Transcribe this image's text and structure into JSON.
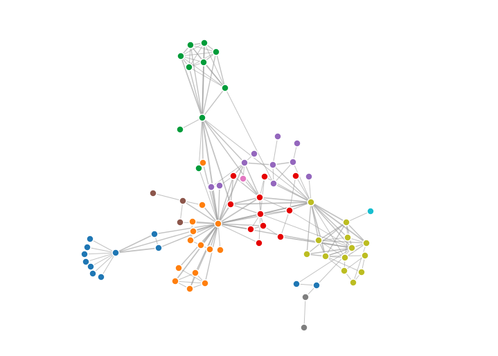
{
  "diagram": {
    "type": "force-directed-network",
    "palette": {
      "1": "#009c3a",
      "2": "#ff7f0e",
      "3": "#8c564b",
      "4": "#1f77b4",
      "5": "#9467bd",
      "6": "#e377c2",
      "7": "#e60000",
      "8": "#bcbd22",
      "9": "#17becf",
      "10": "#7f7f7f"
    },
    "link_color": "#999999",
    "nodes": [
      {
        "group": 1
      },
      {
        "group": 1
      },
      {
        "group": 1
      },
      {
        "group": 1
      },
      {
        "group": 1
      },
      {
        "group": 1
      },
      {
        "group": 1
      },
      {
        "group": 1
      },
      {
        "group": 1
      },
      {
        "group": 1
      },
      {
        "group": 2
      },
      {
        "group": 2
      },
      {
        "group": 2
      },
      {
        "group": 2
      },
      {
        "group": 2
      },
      {
        "group": 2
      },
      {
        "group": 2
      },
      {
        "group": 2
      },
      {
        "group": 2
      },
      {
        "group": 2
      },
      {
        "group": 2
      },
      {
        "group": 2
      },
      {
        "group": 2
      },
      {
        "group": 2
      },
      {
        "group": 3
      },
      {
        "group": 3
      },
      {
        "group": 3
      },
      {
        "group": 4
      },
      {
        "group": 4
      },
      {
        "group": 4
      },
      {
        "group": 4
      },
      {
        "group": 4
      },
      {
        "group": 4
      },
      {
        "group": 4
      },
      {
        "group": 4
      },
      {
        "group": 4
      },
      {
        "group": 4
      },
      {
        "group": 4
      },
      {
        "group": 4
      },
      {
        "group": 5
      },
      {
        "group": 5
      },
      {
        "group": 5
      },
      {
        "group": 5
      },
      {
        "group": 5
      },
      {
        "group": 5
      },
      {
        "group": 5
      },
      {
        "group": 5
      },
      {
        "group": 5
      },
      {
        "group": 5
      },
      {
        "group": 6
      },
      {
        "group": 7
      },
      {
        "group": 7
      },
      {
        "group": 7
      },
      {
        "group": 7
      },
      {
        "group": 7
      },
      {
        "group": 7
      },
      {
        "group": 7
      },
      {
        "group": 7
      },
      {
        "group": 7
      },
      {
        "group": 7
      },
      {
        "group": 7
      },
      {
        "group": 8
      },
      {
        "group": 8
      },
      {
        "group": 8
      },
      {
        "group": 8
      },
      {
        "group": 8
      },
      {
        "group": 8
      },
      {
        "group": 8
      },
      {
        "group": 8
      },
      {
        "group": 8
      },
      {
        "group": 8
      },
      {
        "group": 8
      },
      {
        "group": 8
      },
      {
        "group": 8
      },
      {
        "group": 9
      },
      {
        "group": 10
      },
      {
        "group": 10
      }
    ],
    "links": [
      [
        0,
        1,
        2
      ],
      [
        0,
        2,
        1
      ],
      [
        0,
        3,
        2
      ],
      [
        0,
        4,
        1
      ],
      [
        0,
        5,
        1
      ],
      [
        0,
        6,
        1
      ],
      [
        1,
        2,
        2
      ],
      [
        1,
        3,
        1
      ],
      [
        1,
        4,
        2
      ],
      [
        1,
        5,
        1
      ],
      [
        1,
        6,
        1
      ],
      [
        2,
        3,
        1
      ],
      [
        2,
        4,
        2
      ],
      [
        2,
        5,
        1
      ],
      [
        2,
        6,
        2
      ],
      [
        3,
        4,
        1
      ],
      [
        3,
        5,
        2
      ],
      [
        3,
        6,
        1
      ],
      [
        4,
        5,
        1
      ],
      [
        4,
        6,
        2
      ],
      [
        5,
        6,
        1
      ],
      [
        7,
        0,
        2
      ],
      [
        7,
        1,
        3
      ],
      [
        7,
        2,
        2
      ],
      [
        7,
        3,
        3
      ],
      [
        7,
        4,
        3
      ],
      [
        7,
        5,
        2
      ],
      [
        7,
        6,
        2
      ],
      [
        7,
        8,
        1
      ],
      [
        7,
        9,
        1
      ],
      [
        7,
        12,
        4
      ],
      [
        7,
        10,
        2
      ],
      [
        7,
        53,
        2
      ],
      [
        7,
        54,
        3
      ],
      [
        7,
        42,
        2
      ],
      [
        7,
        61,
        1
      ],
      [
        6,
        46,
        1
      ],
      [
        9,
        12,
        1
      ],
      [
        10,
        12,
        2
      ],
      [
        11,
        12,
        3
      ],
      [
        13,
        12,
        2
      ],
      [
        14,
        12,
        3
      ],
      [
        15,
        12,
        2
      ],
      [
        16,
        12,
        3
      ],
      [
        17,
        12,
        2
      ],
      [
        18,
        12,
        1
      ],
      [
        19,
        12,
        2
      ],
      [
        20,
        12,
        2
      ],
      [
        21,
        12,
        3
      ],
      [
        22,
        12,
        2
      ],
      [
        23,
        12,
        2
      ],
      [
        20,
        22,
        1
      ],
      [
        20,
        21,
        1
      ],
      [
        21,
        22,
        1
      ],
      [
        21,
        23,
        1
      ],
      [
        22,
        23,
        1
      ],
      [
        20,
        23,
        1
      ],
      [
        19,
        22,
        1
      ],
      [
        14,
        15,
        1
      ],
      [
        15,
        16,
        1
      ],
      [
        16,
        17,
        1
      ],
      [
        13,
        15,
        1
      ],
      [
        24,
        25,
        1
      ],
      [
        25,
        11,
        1
      ],
      [
        25,
        12,
        2
      ],
      [
        26,
        25,
        1
      ],
      [
        26,
        12,
        1
      ],
      [
        34,
        27,
        1
      ],
      [
        34,
        28,
        1
      ],
      [
        34,
        29,
        1
      ],
      [
        34,
        30,
        1
      ],
      [
        34,
        31,
        1
      ],
      [
        34,
        32,
        1
      ],
      [
        34,
        33,
        1
      ],
      [
        34,
        35,
        3
      ],
      [
        34,
        36,
        3
      ],
      [
        34,
        12,
        2
      ],
      [
        35,
        12,
        2
      ],
      [
        36,
        12,
        2
      ],
      [
        35,
        36,
        1
      ],
      [
        37,
        38,
        1
      ],
      [
        37,
        66,
        1
      ],
      [
        39,
        42,
        1
      ],
      [
        40,
        43,
        1
      ],
      [
        41,
        44,
        1
      ],
      [
        42,
        43,
        2
      ],
      [
        42,
        49,
        1
      ],
      [
        42,
        50,
        2
      ],
      [
        42,
        53,
        2
      ],
      [
        42,
        12,
        3
      ],
      [
        43,
        44,
        2
      ],
      [
        43,
        46,
        1
      ],
      [
        43,
        61,
        2
      ],
      [
        44,
        61,
        1
      ],
      [
        45,
        61,
        1
      ],
      [
        46,
        61,
        2
      ],
      [
        47,
        12,
        2
      ],
      [
        48,
        12,
        2
      ],
      [
        47,
        48,
        1
      ],
      [
        48,
        50,
        1
      ],
      [
        42,
        47,
        1
      ],
      [
        44,
        46,
        1
      ],
      [
        50,
        53,
        2
      ],
      [
        50,
        54,
        2
      ],
      [
        50,
        12,
        2
      ],
      [
        51,
        53,
        1
      ],
      [
        51,
        61,
        1
      ],
      [
        52,
        61,
        1
      ],
      [
        53,
        54,
        3
      ],
      [
        53,
        55,
        2
      ],
      [
        53,
        56,
        1
      ],
      [
        53,
        61,
        3
      ],
      [
        54,
        12,
        4
      ],
      [
        54,
        55,
        2
      ],
      [
        55,
        56,
        1
      ],
      [
        55,
        57,
        2
      ],
      [
        55,
        58,
        1
      ],
      [
        55,
        61,
        3
      ],
      [
        56,
        61,
        2
      ],
      [
        56,
        59,
        1
      ],
      [
        57,
        58,
        2
      ],
      [
        57,
        59,
        1
      ],
      [
        58,
        12,
        2
      ],
      [
        59,
        66,
        1
      ],
      [
        60,
        55,
        1
      ],
      [
        60,
        12,
        1
      ],
      [
        56,
        12,
        2
      ],
      [
        53,
        12,
        3
      ],
      [
        55,
        12,
        3
      ],
      [
        57,
        12,
        2
      ],
      [
        49,
        53,
        1
      ],
      [
        52,
        56,
        1
      ],
      [
        51,
        55,
        1
      ],
      [
        61,
        62,
        3
      ],
      [
        61,
        63,
        2
      ],
      [
        61,
        64,
        2
      ],
      [
        61,
        65,
        3
      ],
      [
        61,
        66,
        2
      ],
      [
        61,
        67,
        2
      ],
      [
        61,
        68,
        3
      ],
      [
        61,
        69,
        1
      ],
      [
        61,
        12,
        2
      ],
      [
        61,
        54,
        3
      ],
      [
        62,
        63,
        2
      ],
      [
        62,
        64,
        1
      ],
      [
        62,
        65,
        2
      ],
      [
        62,
        66,
        2
      ],
      [
        62,
        67,
        2
      ],
      [
        62,
        68,
        2
      ],
      [
        63,
        64,
        1
      ],
      [
        63,
        65,
        2
      ],
      [
        63,
        68,
        2
      ],
      [
        63,
        69,
        1
      ],
      [
        64,
        65,
        1
      ],
      [
        64,
        69,
        1
      ],
      [
        65,
        68,
        2
      ],
      [
        65,
        69,
        2
      ],
      [
        67,
        68,
        2
      ],
      [
        68,
        69,
        1
      ],
      [
        68,
        70,
        1
      ],
      [
        68,
        71,
        1
      ],
      [
        69,
        71,
        1
      ],
      [
        70,
        71,
        1
      ],
      [
        71,
        73,
        1
      ],
      [
        72,
        73,
        1
      ],
      [
        70,
        72,
        1
      ],
      [
        68,
        72,
        1
      ],
      [
        65,
        73,
        1
      ],
      [
        66,
        67,
        2
      ],
      [
        66,
        68,
        1
      ],
      [
        66,
        12,
        2
      ],
      [
        66,
        56,
        1
      ],
      [
        66,
        59,
        1
      ],
      [
        66,
        55,
        1
      ],
      [
        66,
        75,
        1
      ],
      [
        74,
        62,
        1
      ],
      [
        75,
        76,
        1
      ]
    ]
  }
}
